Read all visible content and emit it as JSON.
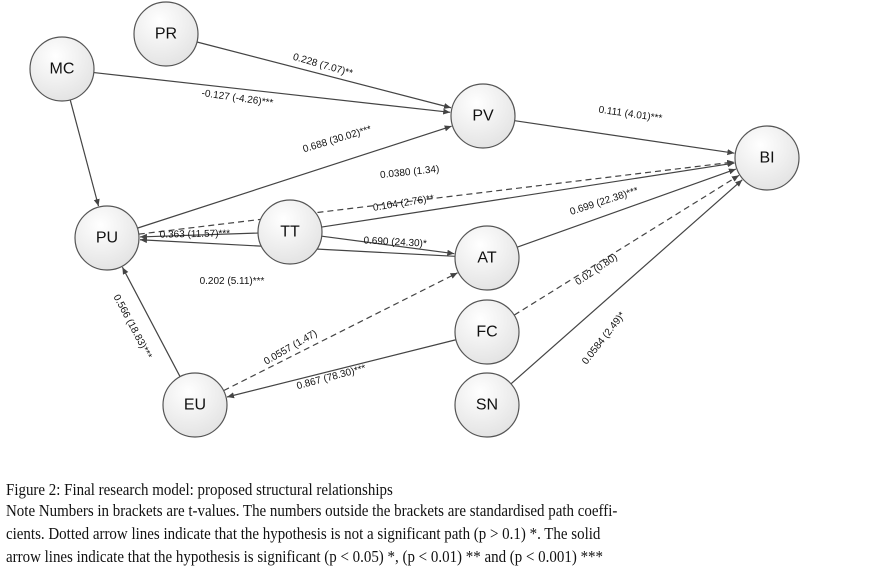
{
  "nodes": [
    "PR",
    "MC",
    "PV",
    "BI",
    "PU",
    "TT",
    "AT",
    "FC",
    "SN",
    "EU"
  ],
  "edges": [
    {
      "from": "PR",
      "to": "PV",
      "label": "0.228 (7.07)**",
      "dashed": false
    },
    {
      "from": "MC",
      "to": "PV",
      "label": "-0.127 (-4.26)***",
      "dashed": false
    },
    {
      "from": "PU",
      "to": "PV",
      "label": "0.688 (30.02)***",
      "dashed": false
    },
    {
      "from": "PV",
      "to": "BI",
      "label": "0.111 (4.01)***",
      "dashed": false
    },
    {
      "from": "PU",
      "to": "BI",
      "label": "0.0380 (1.34)",
      "dashed": true
    },
    {
      "from": "TT",
      "to": "BI",
      "label": "0.104 (2.76)**",
      "dashed": false
    },
    {
      "from": "TT",
      "to": "PU",
      "label": "0.363 (11.57)***",
      "dashed": false
    },
    {
      "from": "TT",
      "to": "AT",
      "label": "0.690 (24.30)*",
      "dashed": false
    },
    {
      "from": "AT",
      "to": "BI",
      "label": "0.699 (22.38)***",
      "dashed": false
    },
    {
      "from": "AT",
      "to": "PU",
      "label": "0.202 (5.11)***",
      "dashed": false
    },
    {
      "from": "MC",
      "to": "PU",
      "label": "",
      "dashed": false
    },
    {
      "from": "EU",
      "to": "PU",
      "label": "0.566 (18.83)***",
      "dashed": false
    },
    {
      "from": "EU",
      "to": "AT",
      "label": "0.0557 (1.47)",
      "dashed": true
    },
    {
      "from": "FC",
      "to": "EU",
      "label": "0.867 (78.30)***",
      "dashed": false
    },
    {
      "from": "FC",
      "to": "BI",
      "label": "0.02 (0.80)",
      "dashed": true
    },
    {
      "from": "SN",
      "to": "BI",
      "label": "0.0584 (2.49)*",
      "dashed": false
    }
  ],
  "caption": {
    "title": "Figure 2: Final research model: proposed structural relationships",
    "note_line1": "Note Numbers in brackets are t-values. The numbers outside the brackets are standardised path coeffi-",
    "note_line2": "cients. Dotted arrow lines indicate that the hypothesis is not a significant path (p > 0.1) *. The solid",
    "note_line3": "arrow lines indicate that the hypothesis is significant (p < 0.05) *, (p < 0.01) ** and (p < 0.001) ***"
  }
}
